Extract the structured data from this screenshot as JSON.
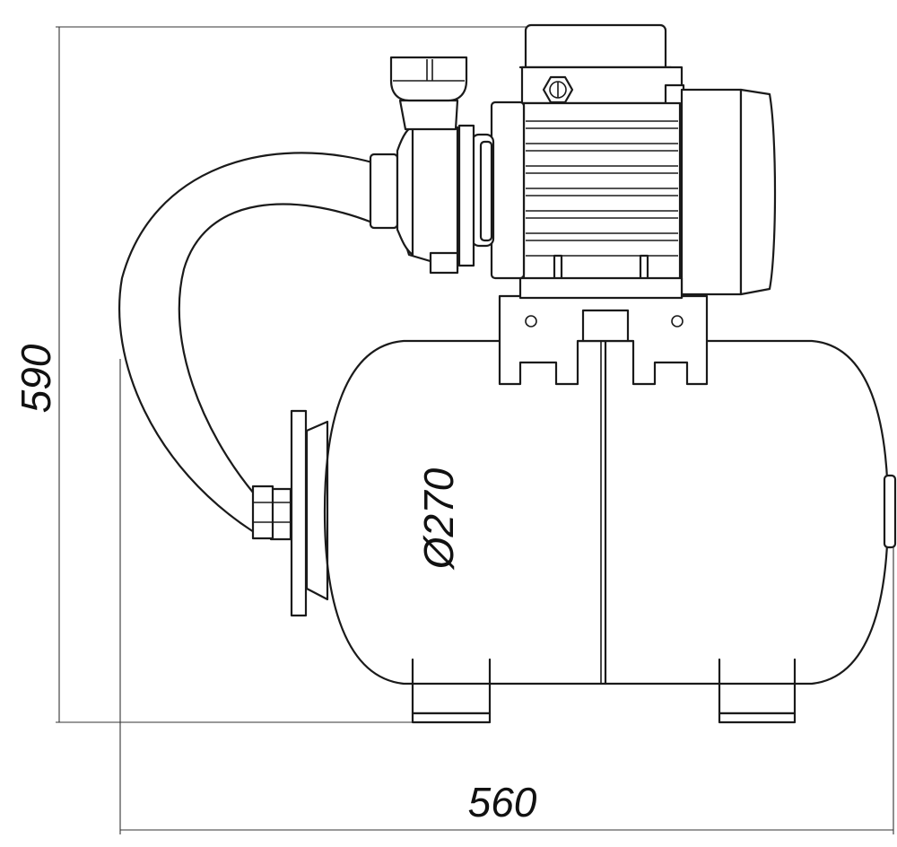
{
  "dimensions": {
    "height": "590",
    "width": "560",
    "diameter": "Ø270"
  },
  "colors": {
    "line": "#1a1a1a",
    "background": "#ffffff"
  }
}
